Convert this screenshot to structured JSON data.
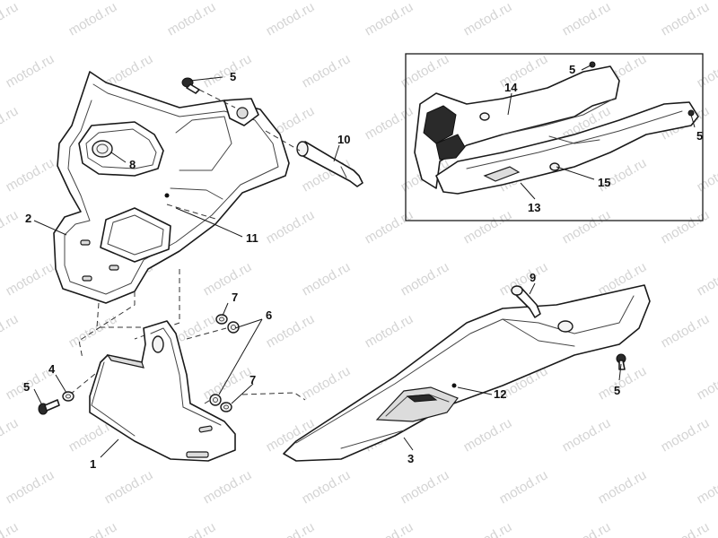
{
  "watermark": "motod.ru",
  "callouts": {
    "c1": "1",
    "c2": "2",
    "c3": "3",
    "c4": "4",
    "c5a": "5",
    "c5b": "5",
    "c5c": "5",
    "c5d": "5",
    "c5e": "5",
    "c6": "6",
    "c7a": "7",
    "c7b": "7",
    "c8": "8",
    "c9": "9",
    "c10": "10",
    "c11": "11",
    "c12": "12",
    "c13": "13",
    "c14": "14",
    "c15": "15"
  }
}
